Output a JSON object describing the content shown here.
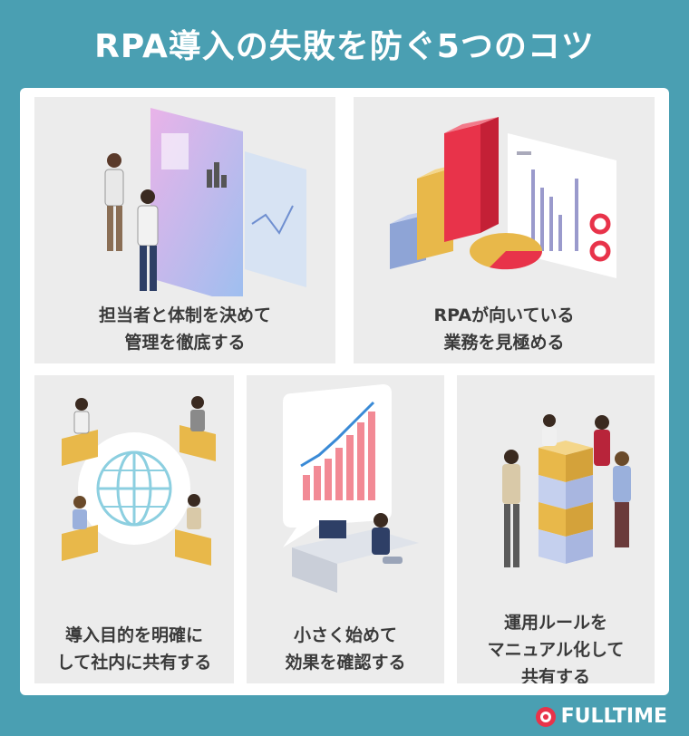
{
  "title": "RPA導入の失敗を防ぐ5つのコツ",
  "cards": [
    {
      "line1": "担当者と体制を決めて",
      "line2": "管理を徹底する"
    },
    {
      "line1": "RPAが向いている",
      "line2": "業務を見極める"
    },
    {
      "line1": "導入目的を明確に",
      "line2": "して社内に共有する"
    },
    {
      "line1": "小さく始めて",
      "line2": "効果を確認する"
    },
    {
      "line1": "運用ルールを",
      "line2": "マニュアル化して",
      "line3": "共有する"
    }
  ],
  "logo": {
    "text": "FULLTIME"
  },
  "colors": {
    "background": "#4a9fb2",
    "card": "#ececec",
    "accent_red": "#e8334a",
    "accent_yellow": "#e8b84a",
    "accent_blue": "#8ea4d6"
  },
  "icons": [
    "people-screen-illustration",
    "bar-chart-illustration",
    "globe-network-illustration",
    "growth-chart-desk-illustration",
    "team-blocks-illustration",
    "logo-mark-icon"
  ]
}
